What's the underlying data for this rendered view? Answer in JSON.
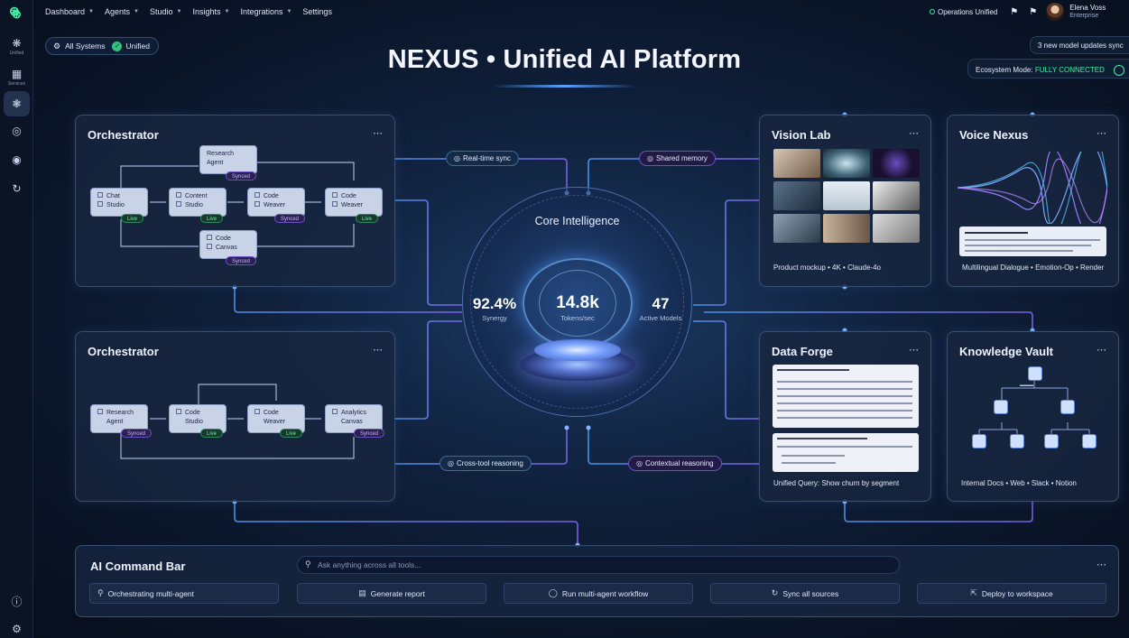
{
  "nav": {
    "items": [
      {
        "label": "Dashboard"
      },
      {
        "label": "Agents"
      },
      {
        "label": "Studio"
      },
      {
        "label": "Insights"
      },
      {
        "label": "Integrations"
      },
      {
        "label": "Settings"
      }
    ],
    "status": "Operations Unified",
    "user_name": "Elena Voss",
    "user_plan": "Enterprise"
  },
  "rail": {
    "items": [
      {
        "icon": "hub-icon",
        "label": "Unified"
      },
      {
        "icon": "grid-icon",
        "label": "Services"
      },
      {
        "icon": "orbit-icon",
        "label": ""
      },
      {
        "icon": "target-icon",
        "label": ""
      },
      {
        "icon": "eye-icon",
        "label": ""
      },
      {
        "icon": "refresh-icon",
        "label": ""
      }
    ]
  },
  "header": {
    "filter_label": "All Systems",
    "filter_badge": "Unified",
    "title": "NEXUS • Unified AI Platform",
    "updates": "3 new model updates sync",
    "eco_label": "Ecosystem Mode:",
    "eco_value": "FULLY CONNECTED"
  },
  "chips": {
    "realtime": "Real-time sync",
    "shared": "Shared memory",
    "cross": "Cross-tool reasoning",
    "contextual": "Contextual reasoning"
  },
  "orchestrator1": {
    "title": "Orchestrator",
    "nodes": [
      {
        "line1": "Research",
        "line2": "Agent",
        "badge": "Synced"
      },
      {
        "line1": "Chat",
        "line2": "Studio",
        "badge": "Live"
      },
      {
        "line1": "Content",
        "line2": "Studio",
        "badge": "Live"
      },
      {
        "line1": "Code",
        "line2": "Weaver",
        "badge": "Synced"
      },
      {
        "line1": "Code",
        "line2": "Weaver",
        "badge": "Live"
      },
      {
        "line1": "Code",
        "line2": "Canvas",
        "badge": "Synced"
      }
    ]
  },
  "orchestrator2": {
    "title": "Orchestrator",
    "nodes": [
      {
        "line1": "Research",
        "line2": "Agent",
        "badge": "Synced"
      },
      {
        "line1": "Code",
        "line2": "Studio",
        "badge": "Live"
      },
      {
        "line1": "Code",
        "line2": "Weaver",
        "badge": "Live"
      },
      {
        "line1": "Analytics",
        "line2": "Canvas",
        "badge": "Synced"
      }
    ]
  },
  "core": {
    "title": "Core Intelligence",
    "synergy_value": "92.4%",
    "synergy_label": "Synergy",
    "tokens_value": "14.8k",
    "tokens_label": "Tokens/sec",
    "models_value": "47",
    "models_label": "Active Models"
  },
  "vision": {
    "title": "Vision Lab",
    "caption": "Product mockup • 4K • Claude-4o"
  },
  "voice": {
    "title": "Voice Nexus",
    "caption": "Multilingual Dialogue • Emotion-Op • Render"
  },
  "forge": {
    "title": "Data Forge",
    "query_label": "Unified Query: Show churn by segment",
    "caption": "Unified Query: Show churn by segment"
  },
  "vault": {
    "title": "Knowledge Vault",
    "caption": "Internal Docs • Web • Slack • Notion"
  },
  "command": {
    "title": "AI Command Bar",
    "placeholder": "Ask anything across all tools...",
    "actions": [
      {
        "icon": "search-icon",
        "label": "Orchestrating multi-agent"
      },
      {
        "icon": "document-icon",
        "label": "Generate report"
      },
      {
        "icon": "globe-icon",
        "label": "Run multi-agent workflow"
      },
      {
        "icon": "sync-icon",
        "label": "Sync all sources"
      },
      {
        "icon": "deploy-icon",
        "label": "Deploy to workspace"
      }
    ]
  },
  "colors": {
    "accent_green": "#3ef0a5",
    "accent_blue": "#5aa2ff",
    "accent_purple": "#8b6cff",
    "panel_border": "#3a4f75"
  }
}
